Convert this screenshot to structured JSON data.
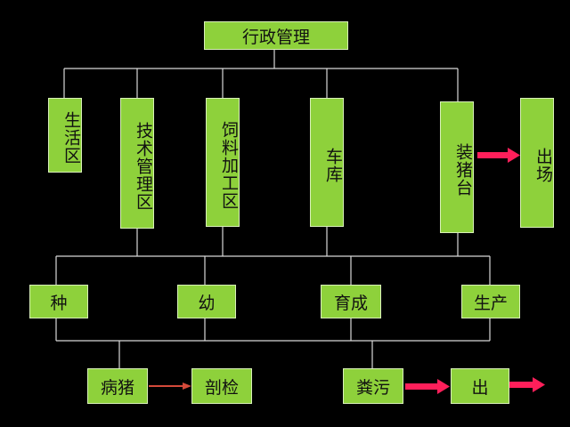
{
  "colors": {
    "box": "#8ed13b",
    "line": "#d8d8d8",
    "arrow_red": "#ff1f5a",
    "arrow_dark": "#d44a3a"
  },
  "top": {
    "label": "行政管理"
  },
  "depts": [
    {
      "label": "生活区"
    },
    {
      "label": "技术管理区"
    },
    {
      "label": "饲料加工区"
    },
    {
      "label": "车库"
    },
    {
      "label": "装猪台"
    },
    {
      "label": "出场"
    }
  ],
  "stages": [
    {
      "label": "种"
    },
    {
      "label": "幼"
    },
    {
      "label": "育成"
    },
    {
      "label": "生产"
    }
  ],
  "bottom": [
    {
      "label": "病猪"
    },
    {
      "label": "剖检"
    },
    {
      "label": "粪污"
    },
    {
      "label": "出"
    }
  ]
}
